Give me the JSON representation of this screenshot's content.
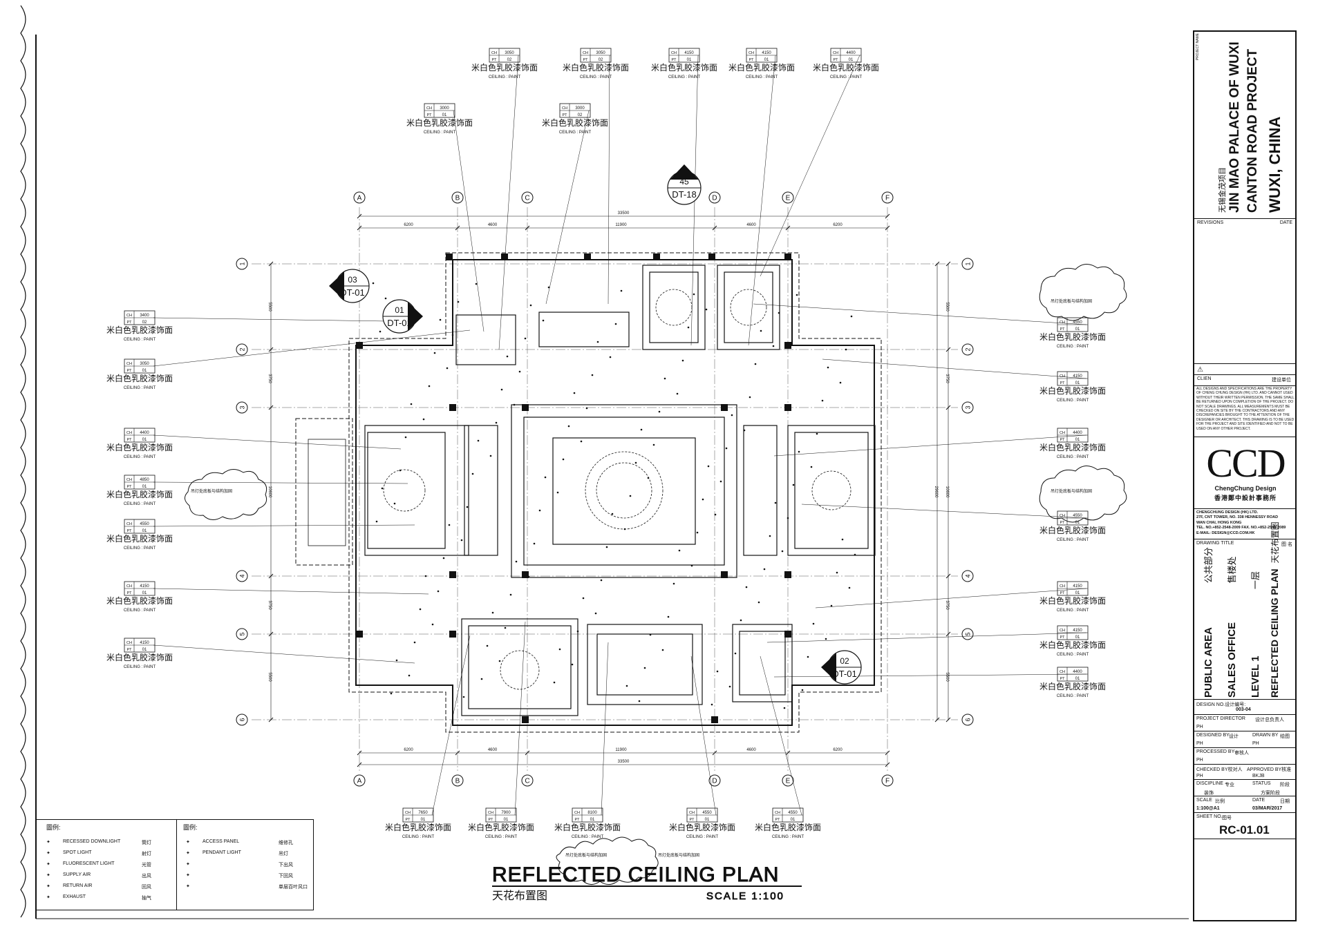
{
  "axes": {
    "columns": [
      "A",
      "B",
      "C",
      "D",
      "E",
      "F"
    ],
    "rows": [
      "1",
      "2",
      "3",
      "4",
      "5",
      "6"
    ]
  },
  "dimensions": {
    "top_segments": [
      "6200",
      "4600",
      "11900",
      "4600",
      "6200"
    ],
    "top_total": "33500",
    "bottom_segments": [
      "6200",
      "4600",
      "11900",
      "4600",
      "6200"
    ],
    "bottom_total": "33500",
    "left_segments": [
      "5500",
      "3750",
      "10600",
      "3750",
      "5500"
    ],
    "right_segments": [
      "5500",
      "3750",
      "10600",
      "3750",
      "5500"
    ],
    "right_total": "29600"
  },
  "section_markers": [
    {
      "num": "03",
      "ref": "DT-01"
    },
    {
      "num": "01",
      "ref": "DT-01"
    },
    {
      "num": "45",
      "ref": "DT-18"
    },
    {
      "num": "02",
      "ref": "DT-01"
    }
  ],
  "tag_label": "米白色乳胶漆饰面",
  "tag_sub": "CEILING : PAINT",
  "tag_ch": "CH",
  "tag_pt": "PT",
  "tags_top": [
    {
      "ch": "3050",
      "pt": "02"
    },
    {
      "ch": "3050",
      "pt": "02"
    },
    {
      "ch": "4150",
      "pt": "01"
    },
    {
      "ch": "4150",
      "pt": "01"
    },
    {
      "ch": "4400",
      "pt": "01"
    },
    {
      "ch": "3000",
      "pt": "01"
    },
    {
      "ch": "3000",
      "pt": "02"
    }
  ],
  "tags_left": [
    {
      "ch": "3400",
      "pt": "02"
    },
    {
      "ch": "3050",
      "pt": "01"
    },
    {
      "ch": "4400",
      "pt": "01"
    },
    {
      "ch": "4850",
      "pt": "01"
    },
    {
      "ch": "4550",
      "pt": "01"
    },
    {
      "ch": "4150",
      "pt": "01"
    },
    {
      "ch": "4150",
      "pt": "01"
    }
  ],
  "tags_right": [
    {
      "ch": "4550",
      "pt": "01"
    },
    {
      "ch": "4150",
      "pt": "01"
    },
    {
      "ch": "4400",
      "pt": "01"
    },
    {
      "ch": "4550",
      "pt": "01"
    },
    {
      "ch": "4150",
      "pt": "01"
    },
    {
      "ch": "4150",
      "pt": "01"
    },
    {
      "ch": "4400",
      "pt": "01"
    }
  ],
  "tags_bottom": [
    {
      "ch": "7650",
      "pt": "01"
    },
    {
      "ch": "7900",
      "pt": "01"
    },
    {
      "ch": "8100",
      "pt": "01"
    },
    {
      "ch": "4550",
      "pt": "01"
    },
    {
      "ch": "4550",
      "pt": "01"
    }
  ],
  "cloud_note": "吊灯处底板与结构加固",
  "title": {
    "main": "REFLECTED CEILING PLAN",
    "chinese": "天花布置图",
    "scale": "SCALE 1:100"
  },
  "legend": {
    "heading": "圖例:",
    "left_items": [
      {
        "en": "RECESSED DOWNLIGHT",
        "cn": "筒灯"
      },
      {
        "en": "SPOT LIGHT",
        "cn": "射灯"
      },
      {
        "en": "FLUORESCENT LIGHT",
        "cn": "光管"
      },
      {
        "en": "SUPPLY AIR",
        "cn": "出风"
      },
      {
        "en": "RETURN AIR",
        "cn": "回风"
      },
      {
        "en": "EXHAUST",
        "cn": "抽气"
      }
    ],
    "right_items": [
      {
        "en": "ACCESS PANEL",
        "cn": "维修孔"
      },
      {
        "en": "PENDANT LIGHT",
        "cn": "吊灯"
      },
      {
        "en": "",
        "cn": "下出风"
      },
      {
        "en": "",
        "cn": "下回风"
      },
      {
        "en": "",
        "cn": "单层百叶风口"
      }
    ]
  },
  "title_block": {
    "project_name_label": "PROJECT NAME",
    "project_cn": "无锡金茂项目",
    "project_line1": "JIN MAO PALACE OF WUXI",
    "project_line2": "CANTON ROAD PROJECT",
    "project_line3": "WUXI, CHINA",
    "revisions": "REVISIONS",
    "date": "DATE",
    "client": "CLIEN",
    "client_cn": "建设单位",
    "disclaimer": "ALL DESIGNS AND SPECIFICATIONS ARE THE PROPERTY OF CHENG CHUNG DESIGN (HK) LTD. AND CANNOT USED WITHOUT THEIR WRITTEN PERMISSION. THE SAME SHALL BE RETURNED UPON COMPLETION OF THE PROJECT. DO NOT SCALE DRAWINGS. ALL MEASUREMENTS MUST BE CHECKED ON SITE BY THE CONTRACTORS AND ANY DISCREPANCIES BROUGHT TO THE ATTENTION OF THE DESIGNER OR ARCHITECT. THIS DRAWING IS TO BE USED FOR THE PROJECT AND SITE IDENTIFIED AND NOT TO BE USED ON ANY OTHER PROJECT.",
    "logo": "CCD",
    "logo_sub": "ChengChung Design",
    "logo_cn": "香港鄭中設計事務所",
    "company": "CHENGCHUNG DESIGN (HK) LTD.",
    "address1": "27F, CNT TOWER, NO. 338 HENNESSY ROAD",
    "address2": "WAN CHAI, HONG KONG",
    "tel": "TEL. NO.+852-2548-2009   FAX. NO.+852-2548-2089",
    "email": "E-MAIL: DESIGN@CCD.COM.HK",
    "drawing_title_label": "DRAWING TITLE",
    "drawing_title_cn_label": "图 名",
    "dt_line1_en": "PUBLIC AREA",
    "dt_line1_cn": "公共部分",
    "dt_line2_en": "SALES OFFICE",
    "dt_line2_cn": "售楼处",
    "dt_line3_en": "LEVEL 1",
    "dt_line3_cn": "一层",
    "dt_line4_en": "REFLECTED CEILING PLAN",
    "dt_line4_cn": "天花布置图",
    "design_no_label": "DESIGN NO.设计编号:",
    "design_no": "003-04",
    "project_director_label": "PROJECT DIRECTOR",
    "project_director_cn": "设计总负责人",
    "project_director": "PH",
    "designed_by_label": "DESIGNED BY",
    "designed_by_cn": "设计",
    "drawn_by_label": "DRAWN BY",
    "drawn_by_cn": "绘图",
    "designed_by": "PH",
    "drawn_by": "PH",
    "processed_by_label": "PROCESSED BY",
    "processed_by_cn": "审核人",
    "processed_by": "PH",
    "checked_by_label": "CHECKED BY校对人",
    "approved_by_label": "APPROVED BY核准",
    "checked_by": "PH",
    "approved_by": "BKJB",
    "discipline_label": "DISCIPLINE",
    "discipline_cn": "专业",
    "status_label": "STATUS",
    "status_cn": "阶段",
    "discipline": "装饰",
    "status": "方案阶段",
    "scale_label": "SCALE",
    "scale_cn": "比例",
    "date_label": "DATE",
    "date_cn": "日期",
    "scale": "1:100@A1",
    "date_value": "03/MAR/2017",
    "sheet_no_label": "SHEET NO.",
    "sheet_no_cn": "图号",
    "sheet_no": "RC-01.01"
  }
}
